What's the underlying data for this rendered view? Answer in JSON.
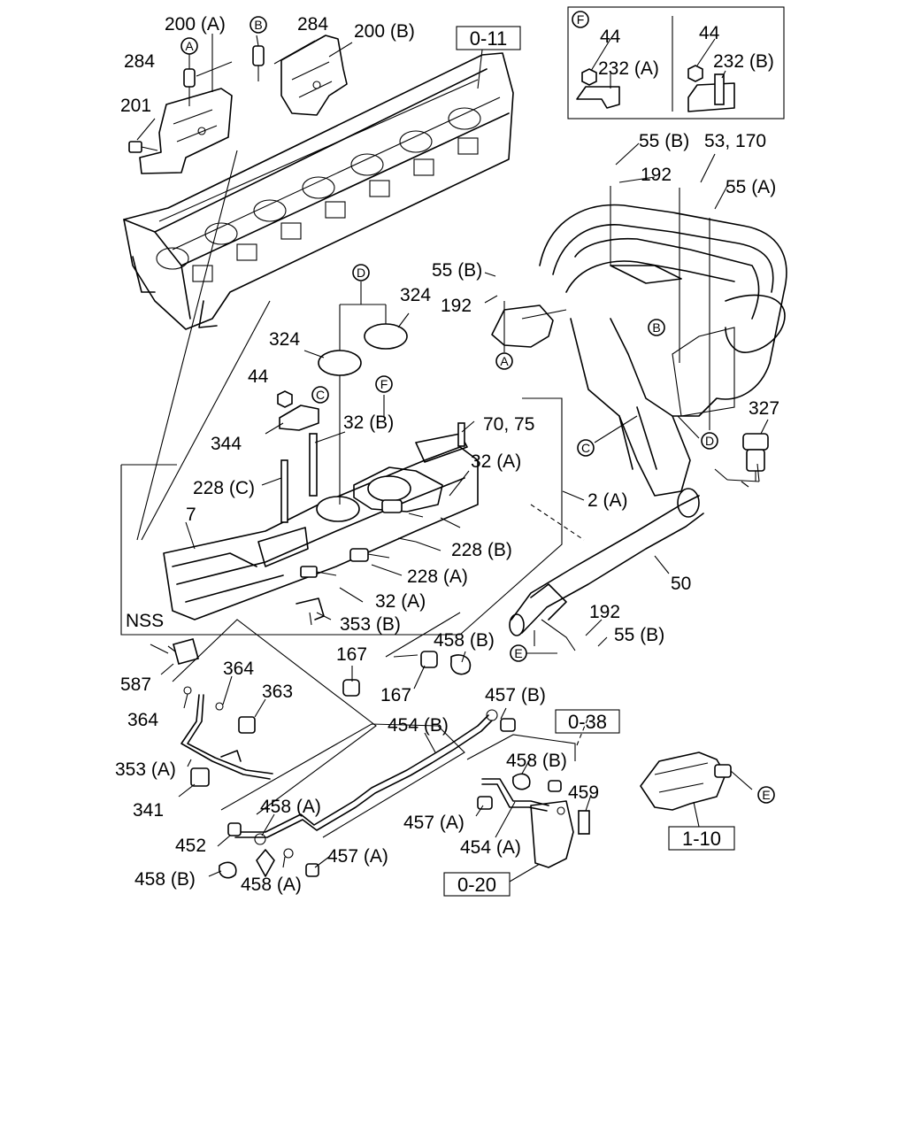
{
  "labels": {
    "l200a": "200 (A)",
    "l284a": "284",
    "l284b": "284",
    "l200b": "200 (B)",
    "l201": "201",
    "l5553": "55 (B)",
    "l53170": "53, 170",
    "l192a": "192",
    "l55a": "55 (A)",
    "l55b2": "55 (B)",
    "l192b": "192",
    "l324a": "324",
    "l324b": "324",
    "l44a": "44",
    "l344": "344",
    "l32b": "32 (B)",
    "l7075": "70, 75",
    "l32a1": "32 (A)",
    "l228c": "228 (C)",
    "l7": "7",
    "l2a": "2 (A)",
    "l228b": "228 (B)",
    "l228a": "228 (A)",
    "l32a2": "32 (A)",
    "l353b": "353 (B)",
    "lnss": "NSS",
    "l327": "327",
    "l50": "50",
    "l192c": "192",
    "l55b3": "55 (B)",
    "l587": "587",
    "l364a": "364",
    "l364b": "364",
    "l363": "363",
    "l167a": "167",
    "l167b": "167",
    "l458b1": "458 (B)",
    "l457b": "457 (B)",
    "l353a": "353 (A)",
    "l454b": "454 (B)",
    "l341": "341",
    "l458a1": "458 (A)",
    "l458b2": "458 (B)",
    "l459": "459",
    "l457a1": "457 (A)",
    "l452": "452",
    "l457a2": "457 (A)",
    "l454a": "454 (A)",
    "l458b3": "458 (B)",
    "l458a2": "458 (A)",
    "l44f1": "44",
    "l232a": "232 (A)",
    "l44f2": "44",
    "l232b": "232 (B)"
  },
  "boxes": {
    "b011": "0-11",
    "b038": "0-38",
    "b020": "0-20",
    "b110": "1-10"
  },
  "markers": {
    "a1": "A",
    "b1": "B",
    "a2": "A",
    "b2": "B",
    "c1": "C",
    "c2": "C",
    "d1": "D",
    "d2": "D",
    "e1": "E",
    "e2": "E",
    "f1": "F",
    "f2": "F"
  }
}
